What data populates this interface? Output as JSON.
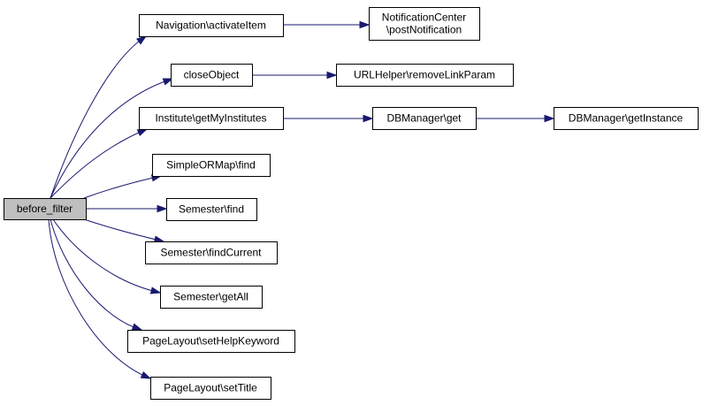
{
  "diagram": {
    "nodes": [
      {
        "id": "before_filter",
        "lines": [
          "before_filter"
        ],
        "root": true
      },
      {
        "id": "nav_activate",
        "lines": [
          "Navigation\\activateItem"
        ]
      },
      {
        "id": "notif_post",
        "lines": [
          "NotificationCenter",
          "\\postNotification"
        ]
      },
      {
        "id": "close_object",
        "lines": [
          "closeObject"
        ]
      },
      {
        "id": "url_remove",
        "lines": [
          "URLHelper\\removeLinkParam"
        ]
      },
      {
        "id": "inst_get",
        "lines": [
          "Institute\\getMyInstitutes"
        ]
      },
      {
        "id": "db_get",
        "lines": [
          "DBManager\\get"
        ]
      },
      {
        "id": "db_instance",
        "lines": [
          "DBManager\\getInstance"
        ]
      },
      {
        "id": "sorm_find",
        "lines": [
          "SimpleORMap\\find"
        ]
      },
      {
        "id": "sem_find",
        "lines": [
          "Semester\\find"
        ]
      },
      {
        "id": "sem_current",
        "lines": [
          "Semester\\findCurrent"
        ]
      },
      {
        "id": "sem_all",
        "lines": [
          "Semester\\getAll"
        ]
      },
      {
        "id": "pl_help",
        "lines": [
          "PageLayout\\setHelpKeyword"
        ]
      },
      {
        "id": "pl_title",
        "lines": [
          "PageLayout\\setTitle"
        ]
      }
    ],
    "edges": [
      {
        "from": "before_filter",
        "to": "nav_activate"
      },
      {
        "from": "nav_activate",
        "to": "notif_post"
      },
      {
        "from": "before_filter",
        "to": "close_object"
      },
      {
        "from": "close_object",
        "to": "url_remove"
      },
      {
        "from": "before_filter",
        "to": "inst_get"
      },
      {
        "from": "inst_get",
        "to": "db_get"
      },
      {
        "from": "db_get",
        "to": "db_instance"
      },
      {
        "from": "before_filter",
        "to": "sorm_find"
      },
      {
        "from": "before_filter",
        "to": "sem_find"
      },
      {
        "from": "before_filter",
        "to": "sem_current"
      },
      {
        "from": "before_filter",
        "to": "sem_all"
      },
      {
        "from": "before_filter",
        "to": "pl_help"
      },
      {
        "from": "before_filter",
        "to": "pl_title"
      }
    ]
  }
}
